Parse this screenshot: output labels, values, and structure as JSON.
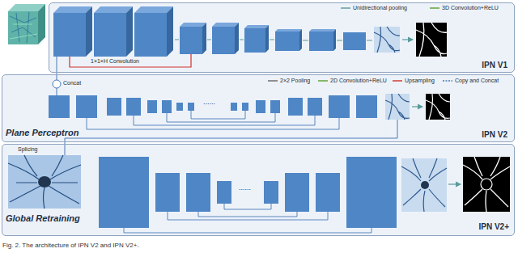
{
  "diagram": {
    "caption": "Fig. 2. The architecture of IPN V2 and IPN V2+.",
    "nodes": [
      {
        "text": [
          "IPN V1"
        ]
      },
      {
        "text": [
          "Plane Perceptron",
          "IPN V2"
        ]
      },
      {
        "text": [
          "Global Retraining",
          "IPN V2+"
        ]
      }
    ],
    "labels": [
      "1×1×H Convolution",
      "Concat",
      "......",
      "Splicing",
      "......"
    ],
    "legend": [
      {
        "text": "Unidirectional pooling"
      },
      {
        "text": "3D Convolution+ReLU"
      },
      {
        "text": "2×2 Pooling"
      },
      {
        "text": "2D Convolution+ReLU"
      },
      {
        "text": "Upsampling"
      },
      {
        "text": "Copy and Concat"
      }
    ]
  }
}
